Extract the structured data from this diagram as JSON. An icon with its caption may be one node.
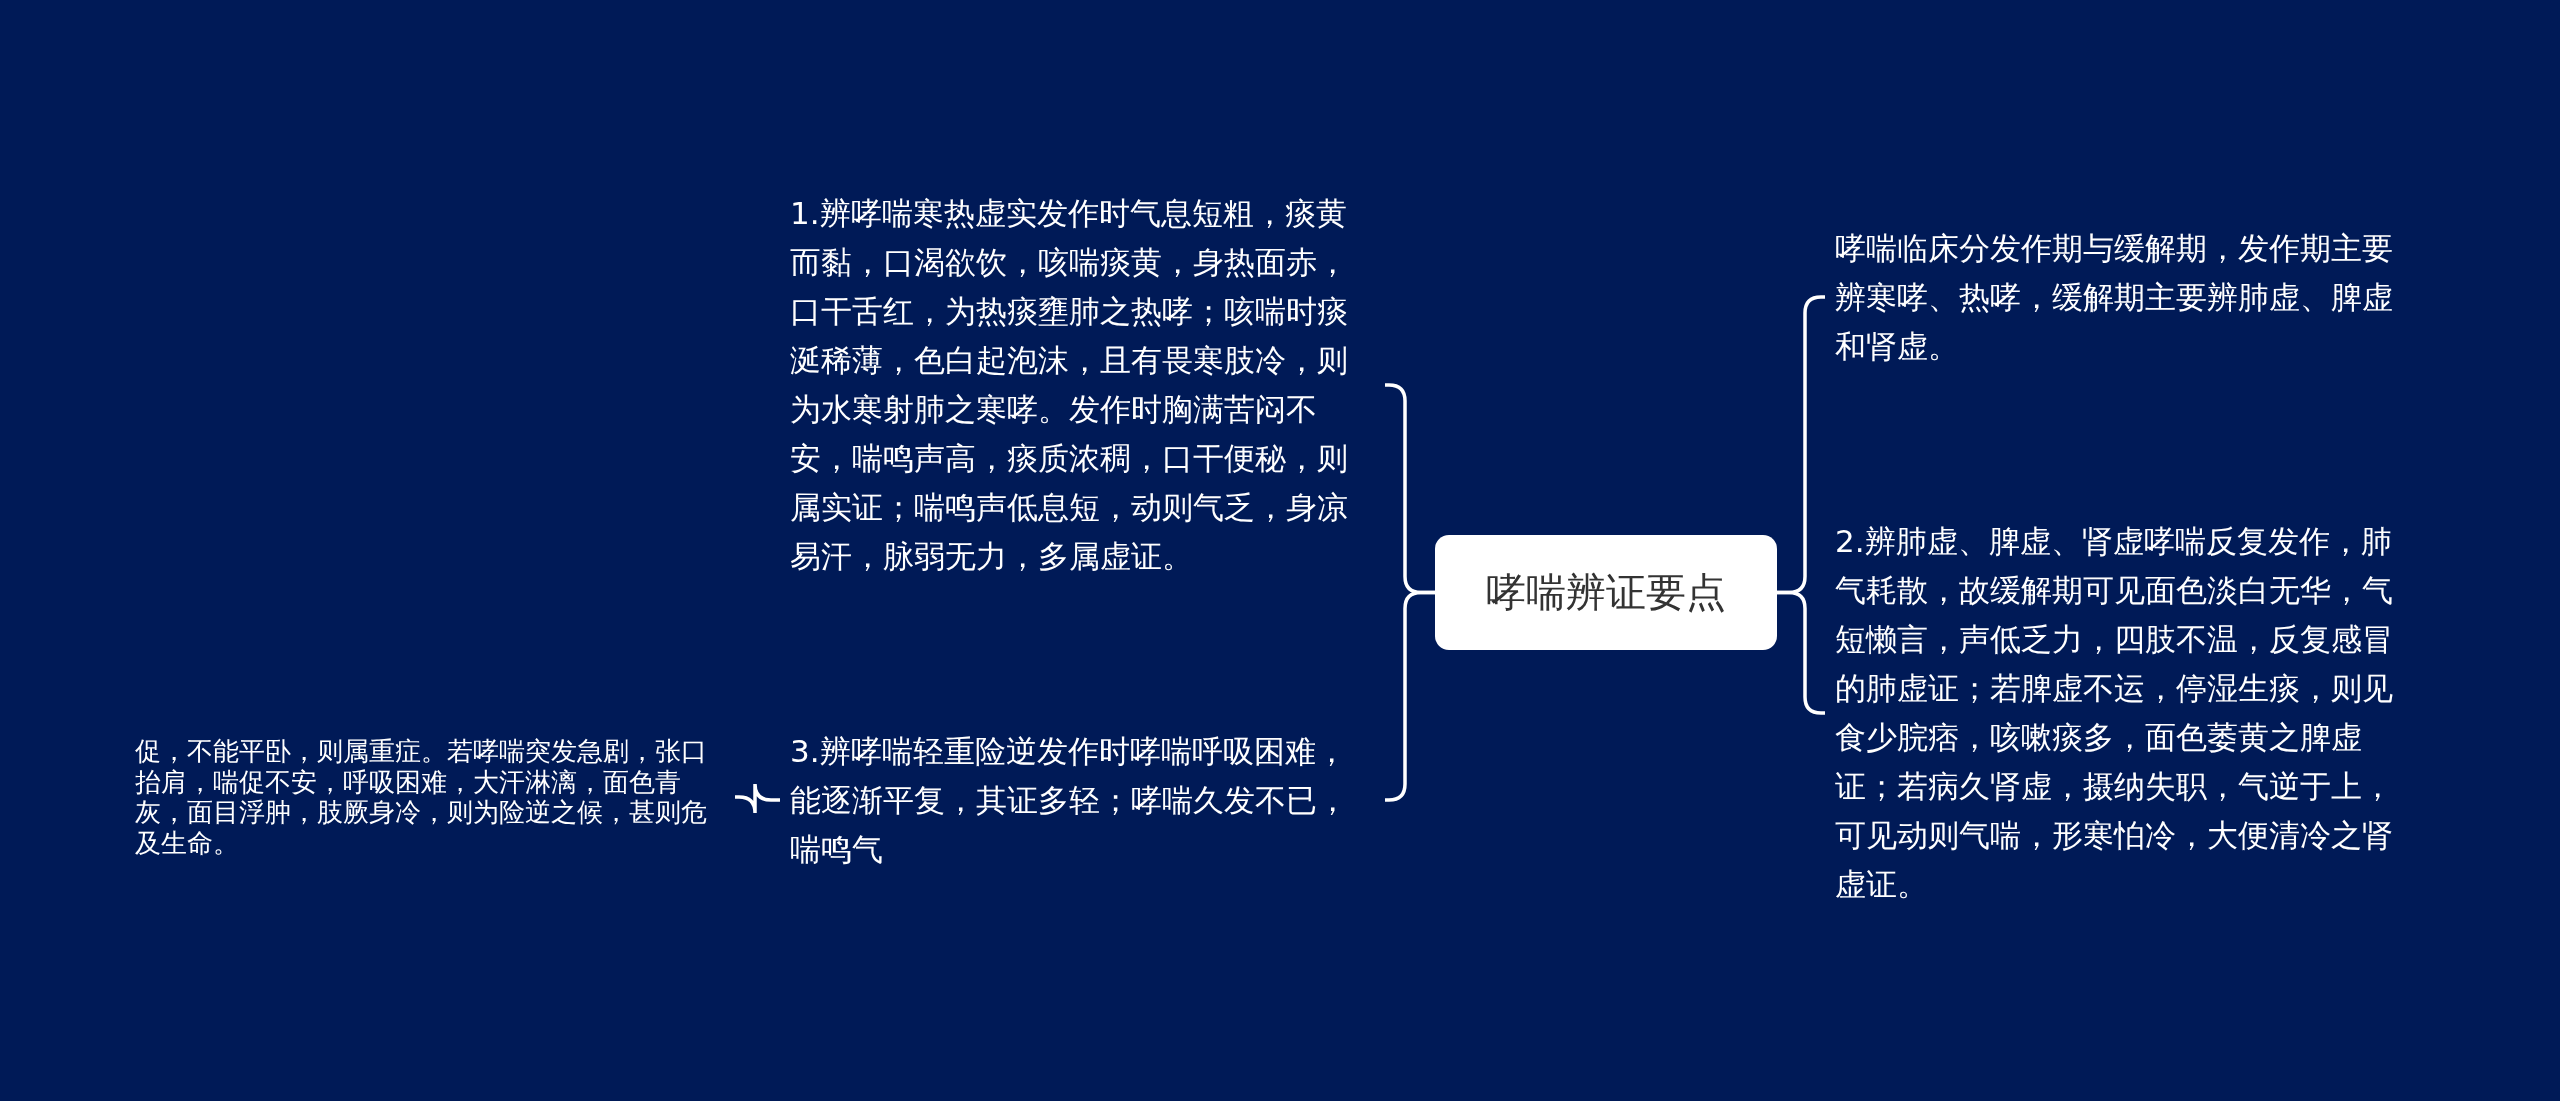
{
  "diagram": {
    "nodes": [
      {
        "text": [
          "哮喘辨证要点"
        ]
      },
      {
        "text": [
          "1.辨哮喘寒热虚实发作时气息短粗，痰黄而黏，口渴欲饮，咳喘痰黄，身热面赤，口干舌红，为热痰壅肺之热哮；咳喘时痰涎稀薄，色白起泡沫，且有畏寒肢冷，则为水寒射肺之寒哮。发作时胸满苦闷不安，喘鸣声高，痰质浓稠，口干便秘，则属实证；喘鸣声低息短，动则气乏，身凉易汗，脉弱无力，多属虚证。"
        ]
      },
      {
        "text": [
          "3.辨哮喘轻重险逆发作时哮喘呼吸困难，能逐渐平复，其证多轻；哮喘久发不已，喘鸣气"
        ]
      },
      {
        "text": [
          "促，不能平卧，则属重症。若哮喘突发急剧，张口抬肩，喘促不安，呼吸困难，大汗淋漓，面色青灰，面目浮肿，肢厥身冷，则为险逆之候，甚则危及生命。"
        ]
      },
      {
        "text": [
          "哮喘临床分发作期与缓解期，发作期主要辨寒哮、热哮，缓解期主要辨肺虚、脾虚和肾虚。"
        ]
      },
      {
        "text": [
          "2.辨肺虚、脾虚、肾虚哮喘反复发作，肺气耗散，故缓解期可见面色淡白无华，气短懒言，声低乏力，四肢不温，反复感冒的肺虚证；若脾虚不运，停湿生痰，则见食少脘痞，咳嗽痰多，面色萎黄之脾虚证；若病久肾虚，摄纳失职，气逆于上，可见动则气喘，形寒怕冷，大便清冷之肾虚证。"
        ]
      }
    ],
    "edges": [
      {
        "from": 0,
        "to": 1,
        "arrow": "none"
      },
      {
        "from": 0,
        "to": 2,
        "arrow": "none"
      },
      {
        "from": 2,
        "to": 3,
        "arrow": "none"
      },
      {
        "from": 0,
        "to": 4,
        "arrow": "none"
      },
      {
        "from": 0,
        "to": 5,
        "arrow": "none"
      }
    ]
  }
}
